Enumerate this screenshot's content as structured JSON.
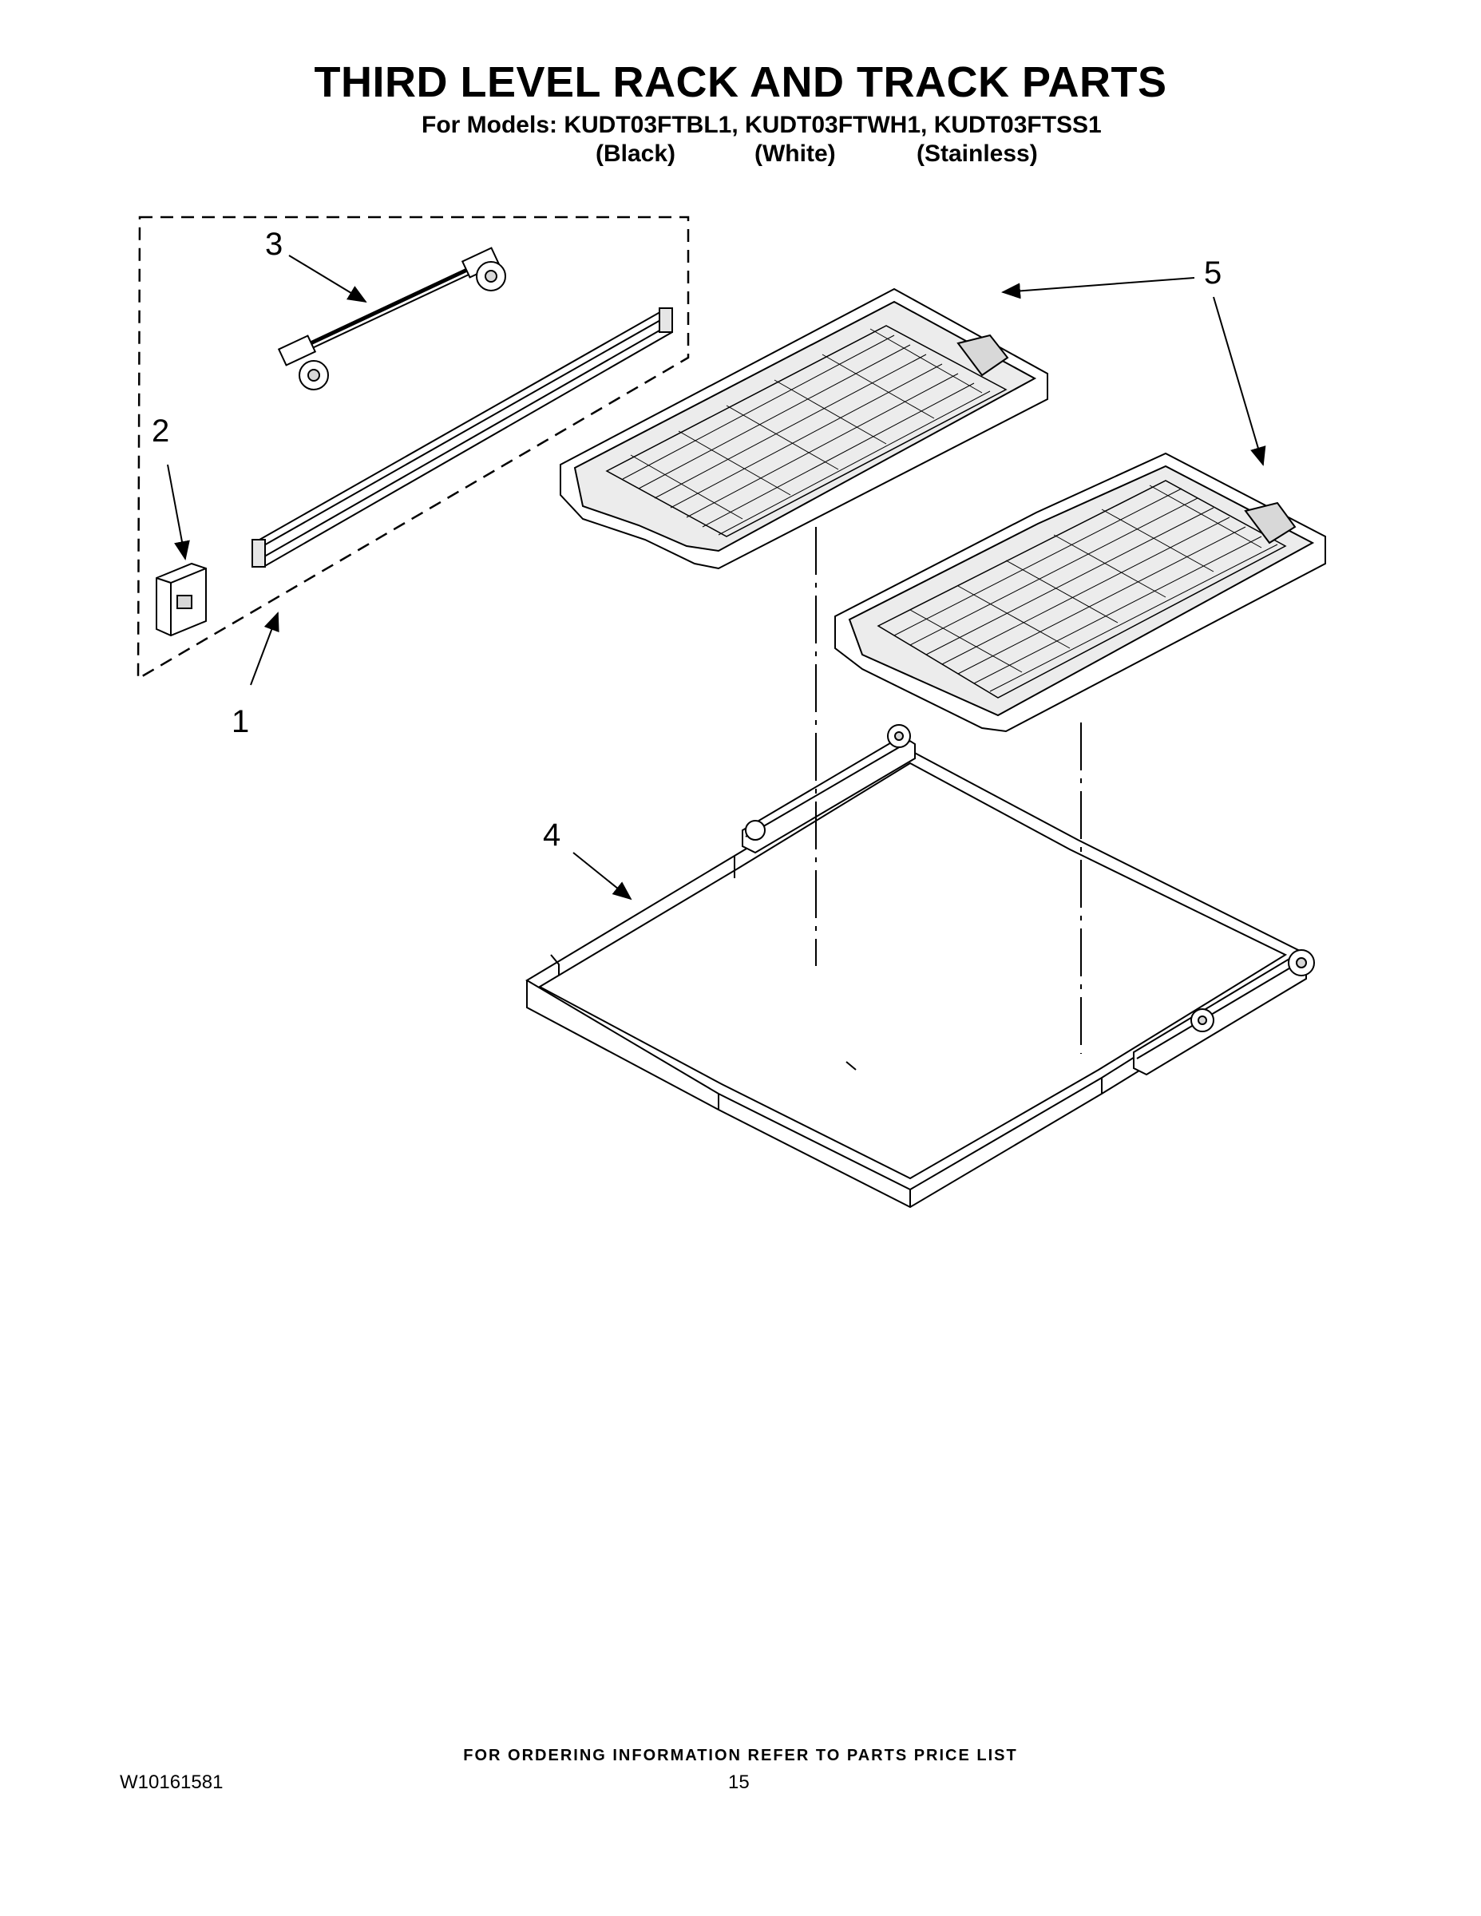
{
  "header": {
    "title": "THIRD LEVEL RACK AND TRACK PARTS",
    "models_line": "For Models: KUDT03FTBL1, KUDT03FTWH1, KUDT03FTSS1",
    "finishes": [
      "(Black)",
      "(White)",
      "(Stainless)"
    ]
  },
  "callouts": [
    "1",
    "2",
    "3",
    "4",
    "5",
    "5"
  ],
  "footer": {
    "note": "FOR ORDERING INFORMATION REFER TO PARTS PRICE LIST",
    "doc_number": "W10161581",
    "page_number": "15"
  },
  "colors": {
    "line": "#000000",
    "part_fill": "#ffffff",
    "shade": "#d8d8d8"
  }
}
